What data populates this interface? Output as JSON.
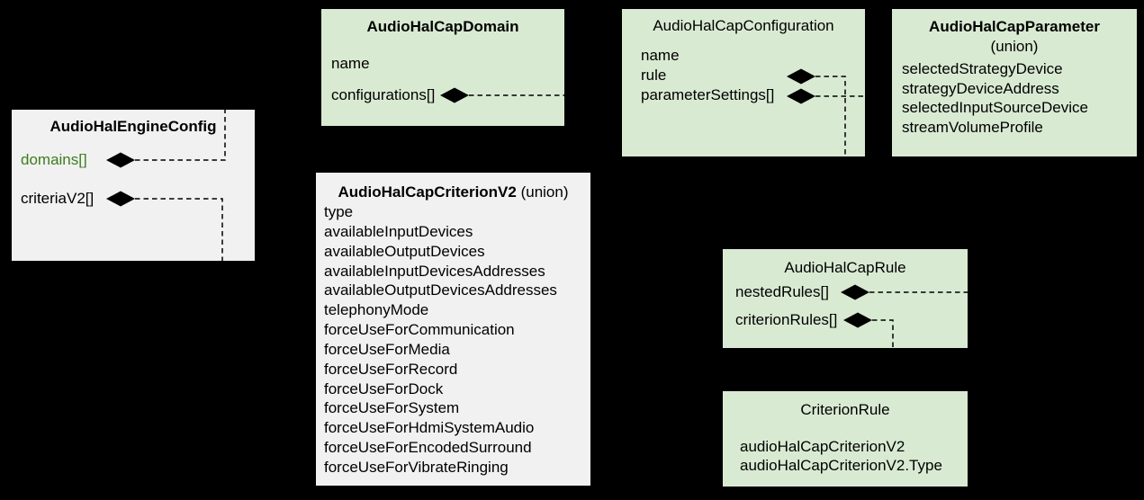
{
  "canvas": {
    "background": "#000000"
  },
  "colors": {
    "box_green": "#d9ead3",
    "box_gray": "#f1f1f1",
    "text": "#000000",
    "accent_green_field": "#3c7e1f",
    "connector": "#000000"
  },
  "boxes": {
    "engine": {
      "title": [
        {
          "text": "AudioHalEngineConfig",
          "bold": true
        }
      ],
      "fields": [
        {
          "text": "domains[]",
          "color": "#3c7e1f"
        },
        {
          "text": "criteriaV2[]"
        }
      ]
    },
    "domain": {
      "title": [
        {
          "text": "AudioHalCapDomain",
          "bold": true
        }
      ],
      "fields": [
        {
          "text": "name"
        },
        {
          "text": "configurations[]"
        }
      ]
    },
    "configuration": {
      "title": [
        {
          "text": "AudioHalCapConfiguration",
          "bold": false
        }
      ],
      "fields": [
        {
          "text": "name"
        },
        {
          "text": "rule"
        },
        {
          "text": "parameterSettings[]"
        }
      ]
    },
    "parameter": {
      "title": [
        {
          "text": "AudioHalCapParameter",
          "bold": true
        },
        {
          "text": "(union)",
          "bold": false,
          "newline": true
        }
      ],
      "fields": [
        {
          "text": "selectedStrategyDevice"
        },
        {
          "text": "strategyDeviceAddress"
        },
        {
          "text": "selectedInputSourceDevice"
        },
        {
          "text": "streamVolumeProfile"
        }
      ]
    },
    "criterionv2": {
      "title": [
        {
          "text": "AudioHalCapCriterionV2",
          "bold": true
        },
        {
          "text": " (union)",
          "bold": false
        }
      ],
      "fields": [
        {
          "text": "type"
        },
        {
          "text": "availableInputDevices"
        },
        {
          "text": "availableOutputDevices"
        },
        {
          "text": "availableInputDevicesAddresses"
        },
        {
          "text": "availableOutputDevicesAddresses"
        },
        {
          "text": "telephonyMode"
        },
        {
          "text": "forceUseForCommunication"
        },
        {
          "text": "forceUseForMedia"
        },
        {
          "text": "forceUseForRecord"
        },
        {
          "text": "forceUseForDock"
        },
        {
          "text": "forceUseForSystem"
        },
        {
          "text": "forceUseForHdmiSystemAudio"
        },
        {
          "text": "forceUseForEncodedSurround"
        },
        {
          "text": "forceUseForVibrateRinging"
        }
      ]
    },
    "rule": {
      "title": [
        {
          "text": "AudioHalCapRule",
          "bold": false
        }
      ],
      "fields": [
        {
          "text": "nestedRules[]"
        },
        {
          "text": "criterionRules[]"
        }
      ]
    },
    "criterionrule": {
      "title": [
        {
          "text": "CriterionRule",
          "bold": false
        }
      ],
      "fields": [
        {
          "text": "audioHalCapCriterionV2"
        },
        {
          "text": "audioHalCapCriterionV2.Type"
        }
      ]
    }
  },
  "relations": [
    {
      "from": "AudioHalEngineConfig.domains[]",
      "to": "AudioHalCapDomain",
      "kind": "composition"
    },
    {
      "from": "AudioHalEngineConfig.criteriaV2[]",
      "to": "AudioHalCapCriterionV2",
      "kind": "composition"
    },
    {
      "from": "AudioHalCapDomain.configurations[]",
      "to": "AudioHalCapConfiguration",
      "kind": "composition"
    },
    {
      "from": "AudioHalCapConfiguration.rule",
      "to": "AudioHalCapRule",
      "kind": "composition"
    },
    {
      "from": "AudioHalCapConfiguration.parameterSettings[]",
      "to": "AudioHalCapParameter",
      "kind": "composition"
    },
    {
      "from": "AudioHalCapRule.nestedRules[]",
      "to": "AudioHalCapRule",
      "kind": "composition"
    },
    {
      "from": "AudioHalCapRule.criterionRules[]",
      "to": "CriterionRule",
      "kind": "composition"
    }
  ]
}
